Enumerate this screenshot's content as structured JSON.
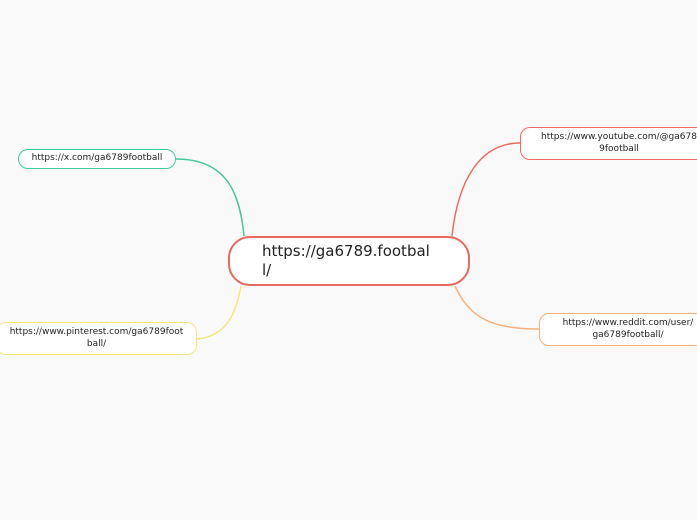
{
  "central": {
    "label": "https://ga6789.football/",
    "color": "#e8675f"
  },
  "branches": [
    {
      "id": "x",
      "label": "https://x.com/ga6789football",
      "color": "#45c9a0"
    },
    {
      "id": "pinterest",
      "label": "https://www.pinterest.com/ga6789football/",
      "color": "#f5e77a"
    },
    {
      "id": "youtube",
      "label": "https://www.youtube.com/@ga6789football",
      "color": "#ef6b63"
    },
    {
      "id": "reddit",
      "label": "https://www.reddit.com/user/ga6789football/",
      "color": "#f7b078"
    }
  ],
  "background_color": "#f9f9f9"
}
